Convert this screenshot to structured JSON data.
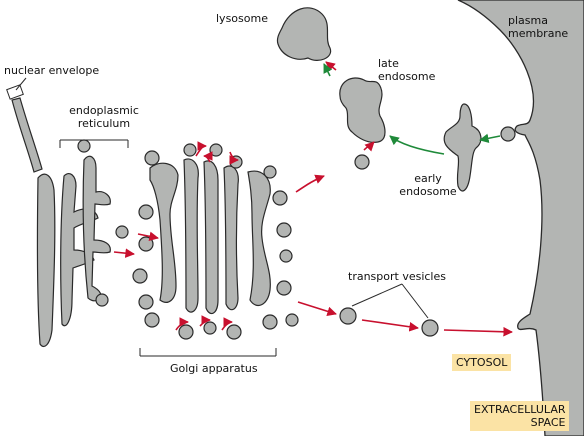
{
  "labels": {
    "lysosome": "lysosome",
    "late_endosome": [
      "late",
      "endosome"
    ],
    "plasma_membrane": [
      "plasma",
      "membrane"
    ],
    "nuclear_envelope": "nuclear envelope",
    "endoplasmic_reticulum": [
      "endoplasmic",
      "reticulum"
    ],
    "early_endosome": [
      "early",
      "endosome"
    ],
    "transport_vesicles": "transport vesicles",
    "golgi_apparatus": "Golgi apparatus",
    "cytosol": "CYTOSOL",
    "extracellular_space": [
      "EXTRACELLULAR",
      "SPACE"
    ]
  },
  "colors": {
    "organelle_fill": "#b3b5b3",
    "outline": "#2a2a2a",
    "arrow_red": "#c8102e",
    "arrow_green": "#1f8a3a",
    "highlight": "#fbe3a5"
  }
}
